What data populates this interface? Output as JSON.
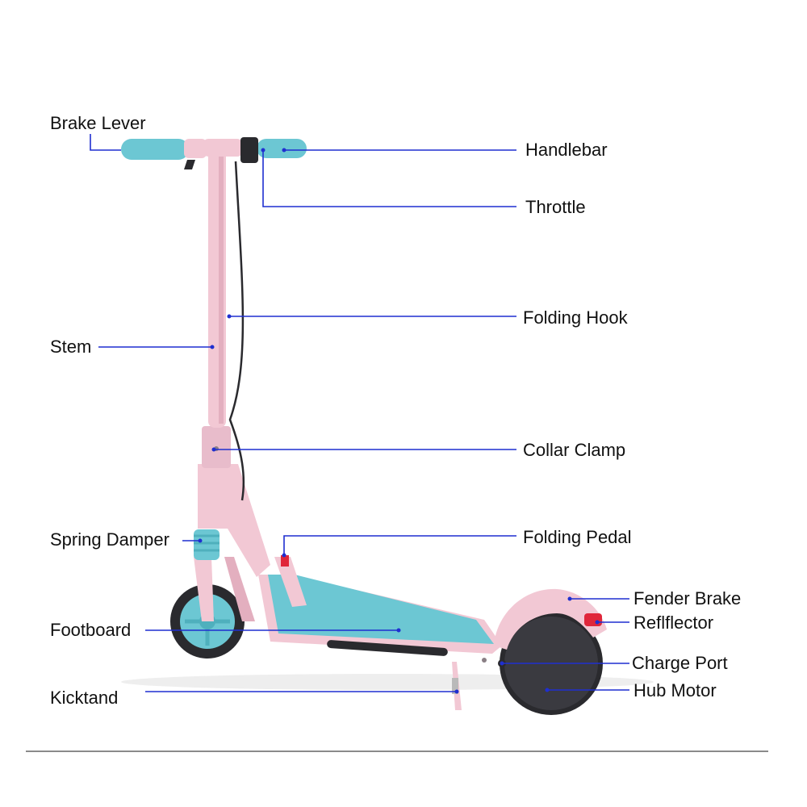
{
  "colors": {
    "frame_pink": "#f2c8d4",
    "frame_pink_shade": "#e3afbf",
    "accent_teal": "#6cc7d3",
    "teal_shade": "#4fb0bd",
    "tire_black": "#2a2a2e",
    "leader_blue": "#1f2fd0",
    "reflector_red": "#e0263a"
  },
  "labels": {
    "brake_lever": "Brake Lever",
    "handlebar": "Handlebar",
    "throttle": "Throttle",
    "folding_hook": "Folding Hook",
    "stem": "Stem",
    "collar_clamp": "Collar Clamp",
    "spring_damper": "Spring Damper",
    "folding_pedal": "Folding Pedal",
    "fender_brake": "Fender Brake",
    "reflector": "Reflflector",
    "footboard": "Footboard",
    "charge_port": "Charge Port",
    "kickstand": "Kicktand",
    "hub_motor": "Hub Motor"
  }
}
